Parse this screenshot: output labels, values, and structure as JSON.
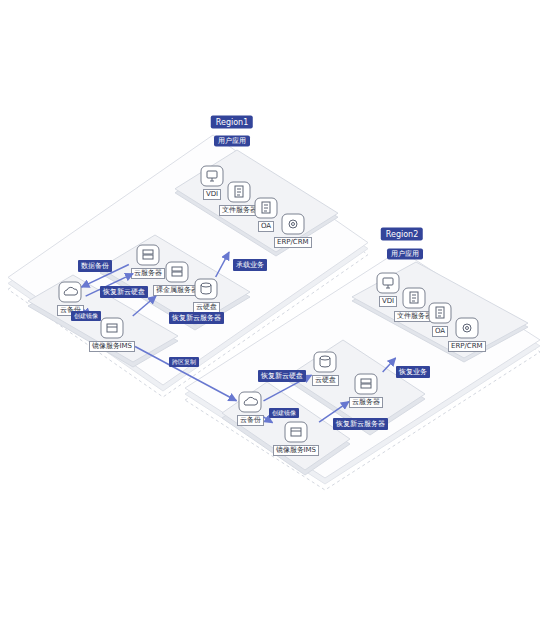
{
  "diagram": {
    "nodes": [
      {
        "text": [
          "Region1"
        ]
      },
      {
        "text": [
          "用户应用"
        ],
        "in": 0
      },
      {
        "text": [
          "VDI"
        ],
        "in": 1
      },
      {
        "text": [
          "文件服务器"
        ],
        "in": 1
      },
      {
        "text": [
          "OA"
        ],
        "in": 1
      },
      {
        "text": [
          "ERP/CRM"
        ],
        "in": 1
      },
      {
        "text": [
          "云服务器"
        ],
        "in": 0
      },
      {
        "text": [
          "裸金属服务器"
        ],
        "in": 0
      },
      {
        "text": [
          "云硬盘"
        ],
        "in": 0
      },
      {
        "text": [
          "云备份"
        ],
        "in": 0
      },
      {
        "text": [
          "镜像服务IMS"
        ],
        "in": 0
      },
      {
        "text": [
          "Region2"
        ]
      },
      {
        "text": [
          "用户应用"
        ],
        "in": 11
      },
      {
        "text": [
          "VDI"
        ],
        "in": 12
      },
      {
        "text": [
          "文件服务器"
        ],
        "in": 12
      },
      {
        "text": [
          "OA"
        ],
        "in": 12
      },
      {
        "text": [
          "ERP/CRM"
        ],
        "in": 12
      },
      {
        "text": [
          "云硬盘"
        ],
        "in": 11
      },
      {
        "text": [
          "云服务器"
        ],
        "in": 11
      },
      {
        "text": [
          "云备份"
        ],
        "in": 11
      },
      {
        "text": [
          "镜像服务IMS"
        ],
        "in": 11
      }
    ],
    "edges": [
      {
        "from": 6,
        "to": 9,
        "label": "数据备份",
        "arrow": "to"
      },
      {
        "from": 9,
        "to": 6,
        "label": "恢复新云硬盘",
        "arrow": "to"
      },
      {
        "from": 10,
        "to": 7,
        "label": "恢复新云服务器",
        "arrow": "to"
      },
      {
        "from": 8,
        "to": 1,
        "label": "承载业务",
        "arrow": "to"
      },
      {
        "from": 9,
        "to": 10,
        "label": "创建镜像",
        "arrow": "to"
      },
      {
        "from": 10,
        "to": 19,
        "label": "跨区复制",
        "arrow": "to"
      },
      {
        "from": 19,
        "to": 17,
        "label": "恢复新云硬盘",
        "arrow": "to"
      },
      {
        "from": 18,
        "to": 12,
        "label": "恢复业务",
        "arrow": "to"
      },
      {
        "from": 19,
        "to": 20,
        "label": "创建镜像",
        "arrow": "to"
      },
      {
        "from": 20,
        "to": 18,
        "label": "恢复新云服务器",
        "arrow": "to"
      }
    ]
  }
}
